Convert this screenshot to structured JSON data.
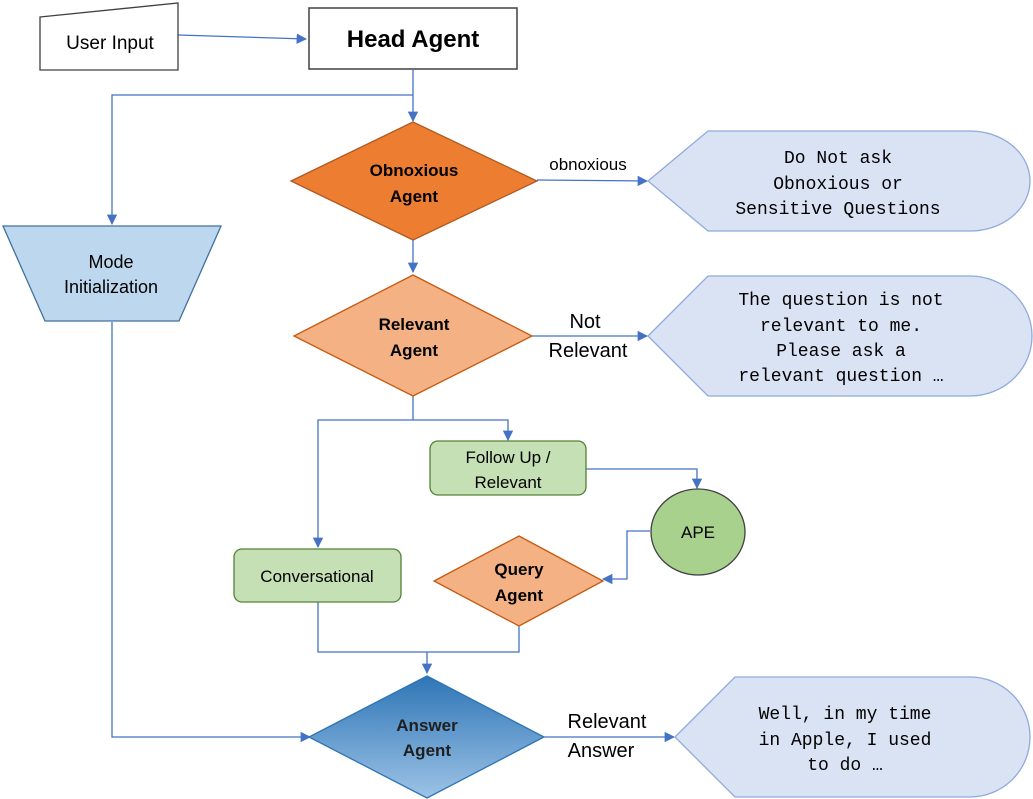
{
  "nodes": {
    "user_input": {
      "label": "User Input"
    },
    "head_agent": {
      "label": "Head Agent"
    },
    "mode_init": {
      "lines": [
        "Mode",
        "Initialization"
      ]
    },
    "obnoxious_agent": {
      "lines": [
        "Obnoxious",
        "Agent"
      ],
      "color": "#ed7d31"
    },
    "relevant_agent": {
      "lines": [
        "Relevant",
        "Agent"
      ],
      "color": "#f4b183"
    },
    "follow_up": {
      "lines": [
        "Follow Up /",
        "Relevant"
      ],
      "color": "#c5e0b4"
    },
    "ape": {
      "label": "APE",
      "color": "#a9d18e"
    },
    "conversational": {
      "label": "Conversational",
      "color": "#c5e0b4"
    },
    "query_agent": {
      "lines": [
        "Query",
        "Agent"
      ],
      "color": "#f4b183"
    },
    "answer_agent": {
      "lines": [
        "Answer",
        "Agent"
      ],
      "color": "#5b9bd5"
    },
    "out_obnoxious": {
      "lines": [
        "Do Not ask",
        "Obnoxious or",
        "Sensitive Questions"
      ]
    },
    "out_not_relevant": {
      "lines": [
        "The question is not",
        "relevant to me.",
        "Please ask a",
        "relevant question …"
      ]
    },
    "out_answer": {
      "lines": [
        "Well, in my time",
        "in Apple, I used",
        "to do …"
      ]
    }
  },
  "edge_labels": {
    "obnoxious": "obnoxious",
    "not_relevant": [
      "Not",
      "Relevant"
    ],
    "relevant_answer": [
      "Relevant",
      "Answer"
    ]
  }
}
